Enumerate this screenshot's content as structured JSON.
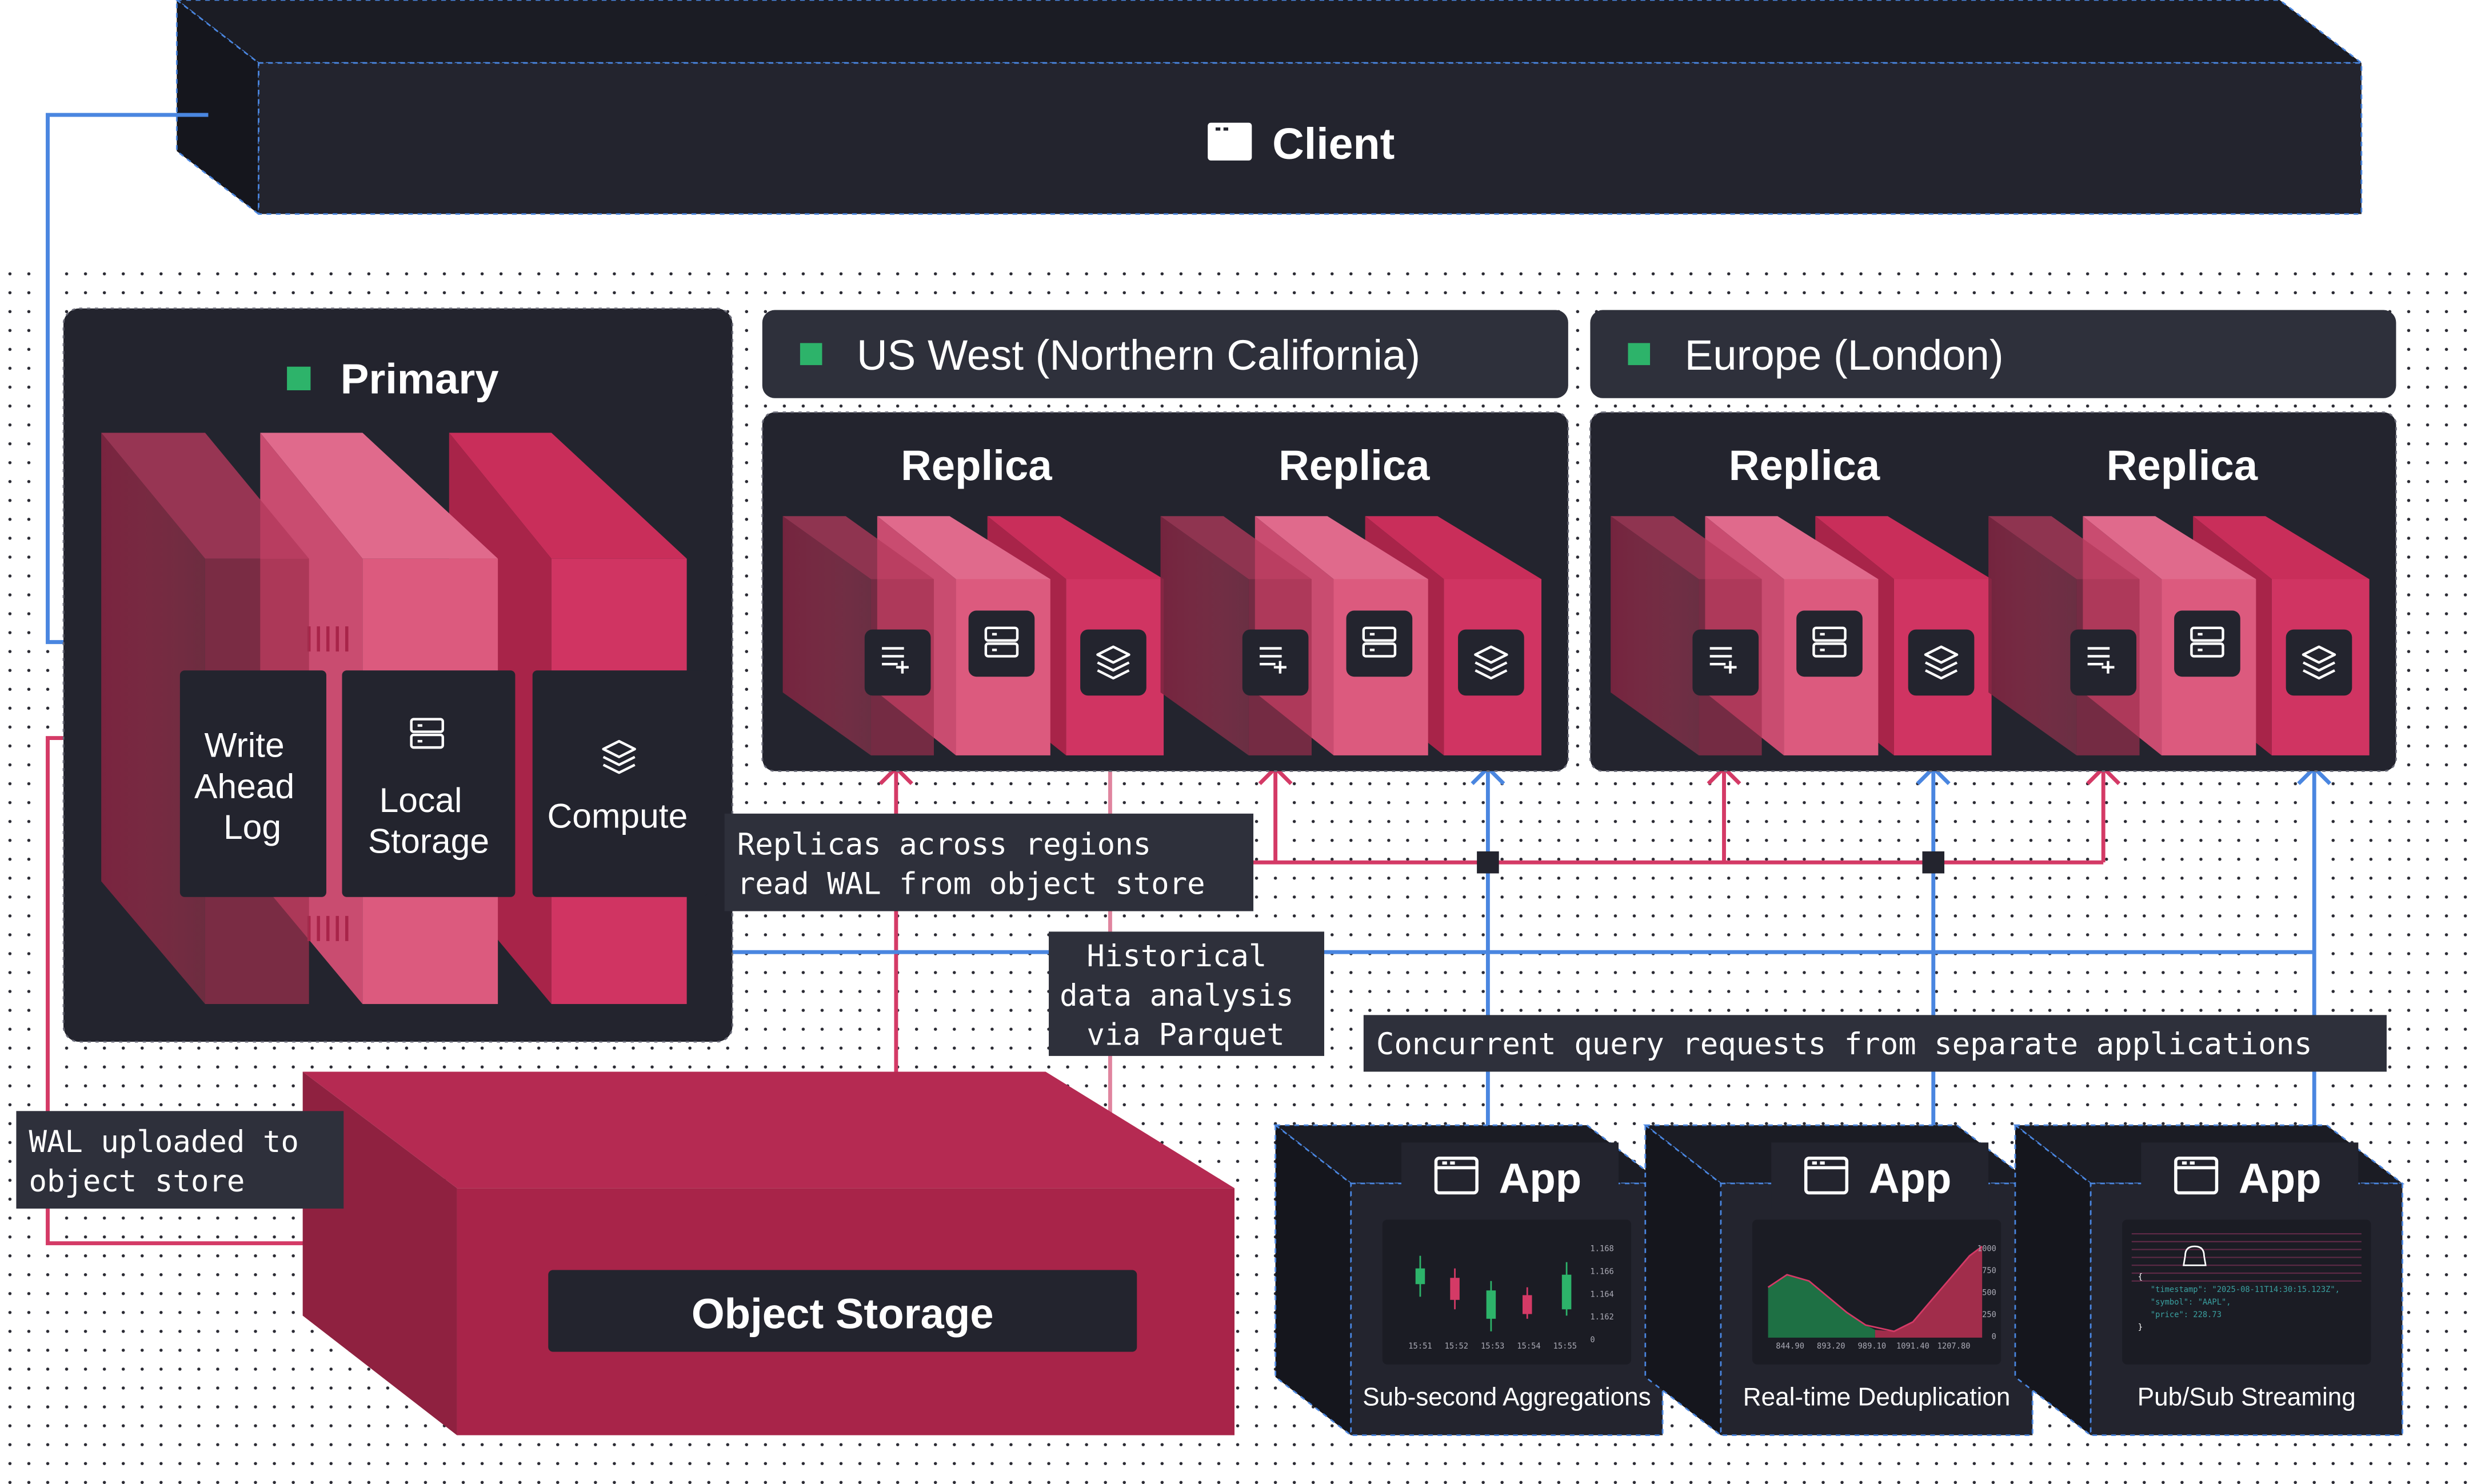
{
  "client": {
    "label": "Client",
    "icon": "window-icon"
  },
  "primary": {
    "title": "Primary",
    "components": [
      {
        "label_lines": [
          "Write",
          "Ahead",
          "Log"
        ],
        "icon": "none"
      },
      {
        "label_lines": [
          "Local",
          "Storage"
        ],
        "icon": "database-icon"
      },
      {
        "label_lines": [
          "Compute"
        ],
        "icon": "layers-icon"
      }
    ]
  },
  "regions": [
    {
      "title": "US West (Northern California)",
      "replicas": [
        "Replica",
        "Replica"
      ]
    },
    {
      "title": "Europe (London)",
      "replicas": [
        "Replica",
        "Replica"
      ]
    }
  ],
  "object_storage": {
    "label": "Object Storage"
  },
  "annotations": {
    "wal_upload": [
      "WAL uploaded to",
      "object store"
    ],
    "replicas_read": [
      "Replicas across regions",
      "read WAL from object store"
    ],
    "historical": [
      "Historical",
      "data analysis",
      "via Parquet"
    ],
    "concurrent": [
      "Concurrent query requests from separate applications"
    ]
  },
  "apps": [
    {
      "label": "App",
      "caption": "Sub-second Aggregations",
      "chart": {
        "x_ticks": [
          "15:51",
          "15:52",
          "15:53",
          "15:54",
          "15:55"
        ],
        "y_ticks": [
          "1.168",
          "1.166",
          "1.164",
          "1.162",
          "0"
        ]
      }
    },
    {
      "label": "App",
      "caption": "Real-time Deduplication",
      "chart": {
        "x_ticks": [
          "844.90",
          "893.20",
          "989.10",
          "1091.40",
          "1207.80"
        ],
        "y_ticks": [
          "1000",
          "750",
          "500",
          "250",
          "0"
        ]
      }
    },
    {
      "label": "App",
      "caption": "Pub/Sub Streaming",
      "code_lines": [
        "{",
        "\"timestamp\": \"2025-08-11T14:30:15.123Z\",",
        "\"symbol\": \"AAPL\",",
        "\"price\": 228.73",
        "}"
      ]
    }
  ],
  "colors": {
    "dark": "#23242e",
    "panel": "#2e303b",
    "pink": "#c92e5a",
    "pink_light": "#dc5a7e",
    "maroon": "#8f2140",
    "storage": "#a82449",
    "blue": "#4a86e0",
    "red_line": "#d43a66",
    "green": "#2db36a"
  }
}
